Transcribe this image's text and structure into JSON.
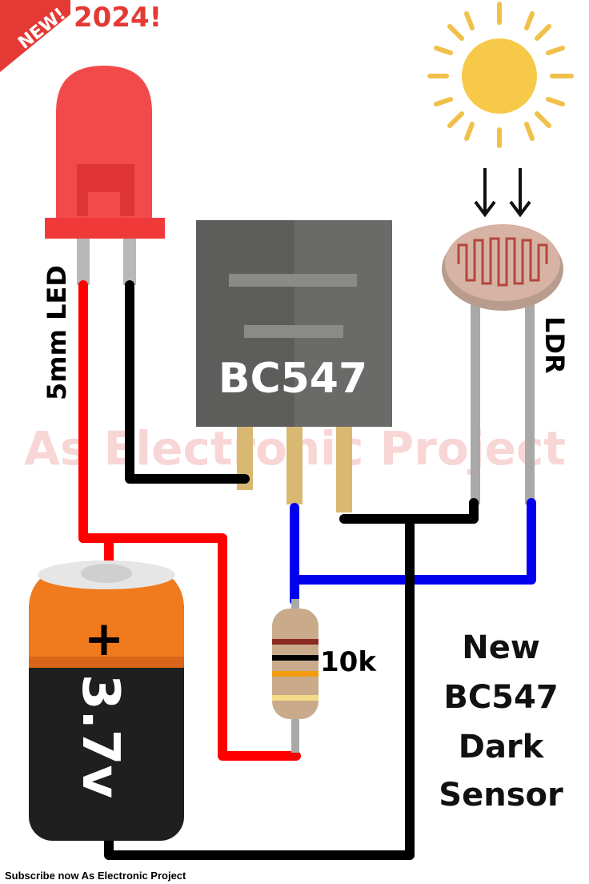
{
  "badge": {
    "new_label": "NEW!",
    "year": "2024!"
  },
  "labels": {
    "led": "5mm LED",
    "transistor": "BC547",
    "ldr": "LDR",
    "resistor": "10k",
    "battery_plus": "+",
    "battery_voltage": "3.7v"
  },
  "watermark": "As Electronic Project",
  "title_lines": [
    "New",
    "BC547",
    "Dark",
    "Sensor"
  ],
  "footer": "Subscribe now As Electronic Project",
  "colors": {
    "led_body": "#f24a4a",
    "wire_red": "#ff0000",
    "wire_black": "#000000",
    "wire_blue": "#0000ee",
    "transistor": "#5d5d5b",
    "battery_top": "#f07a1e",
    "battery_body": "#1f1f1f",
    "sun": "#f7c948",
    "ldr_body": "#c9a89a"
  }
}
